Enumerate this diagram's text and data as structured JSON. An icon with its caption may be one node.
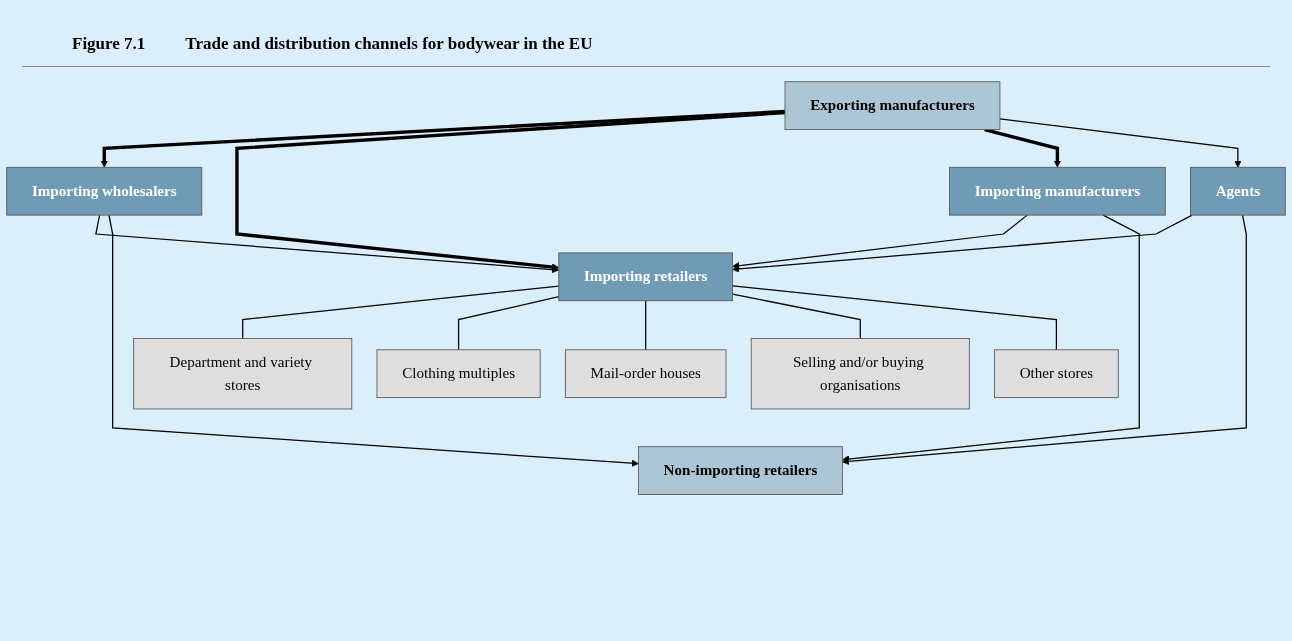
{
  "diagram": {
    "title": "Trade and distribution channels for bodywear in the EU",
    "labels": [
      "Figure 7.1"
    ],
    "nodes": [
      {
        "text": [
          "Exporting manufacturers"
        ]
      },
      {
        "text": [
          "Importing wholesalers"
        ]
      },
      {
        "text": [
          "Importing manufacturers"
        ]
      },
      {
        "text": [
          "Agents"
        ]
      },
      {
        "text": [
          "Importing retailers"
        ]
      },
      {
        "text": [
          "Department and variety stores"
        ]
      },
      {
        "text": [
          "Clothing multiples"
        ]
      },
      {
        "text": [
          "Mail-order houses"
        ]
      },
      {
        "text": [
          "Selling and/or buying organisations"
        ]
      },
      {
        "text": [
          "Other stores"
        ]
      },
      {
        "text": [
          "Non-importing retailers"
        ]
      }
    ],
    "edges": [
      {
        "from": 0,
        "to": 1,
        "arrow": "to",
        "style": "thick"
      },
      {
        "from": 0,
        "to": 4,
        "arrow": "to",
        "style": "thick"
      },
      {
        "from": 0,
        "to": 2,
        "arrow": "to",
        "style": "thick"
      },
      {
        "from": 0,
        "to": 3,
        "arrow": "to"
      },
      {
        "from": 1,
        "to": 4,
        "arrow": "to"
      },
      {
        "from": 2,
        "to": 4,
        "arrow": "to"
      },
      {
        "from": 3,
        "to": 4,
        "arrow": "to"
      },
      {
        "from": 1,
        "to": 10,
        "arrow": "to"
      },
      {
        "from": 2,
        "to": 10,
        "arrow": "to"
      },
      {
        "from": 3,
        "to": 10,
        "arrow": "to"
      },
      {
        "from": 4,
        "to": 5,
        "arrow": "none"
      },
      {
        "from": 4,
        "to": 6,
        "arrow": "none"
      },
      {
        "from": 4,
        "to": 7,
        "arrow": "none"
      },
      {
        "from": 4,
        "to": 8,
        "arrow": "none"
      },
      {
        "from": 4,
        "to": 9,
        "arrow": "none"
      }
    ]
  }
}
